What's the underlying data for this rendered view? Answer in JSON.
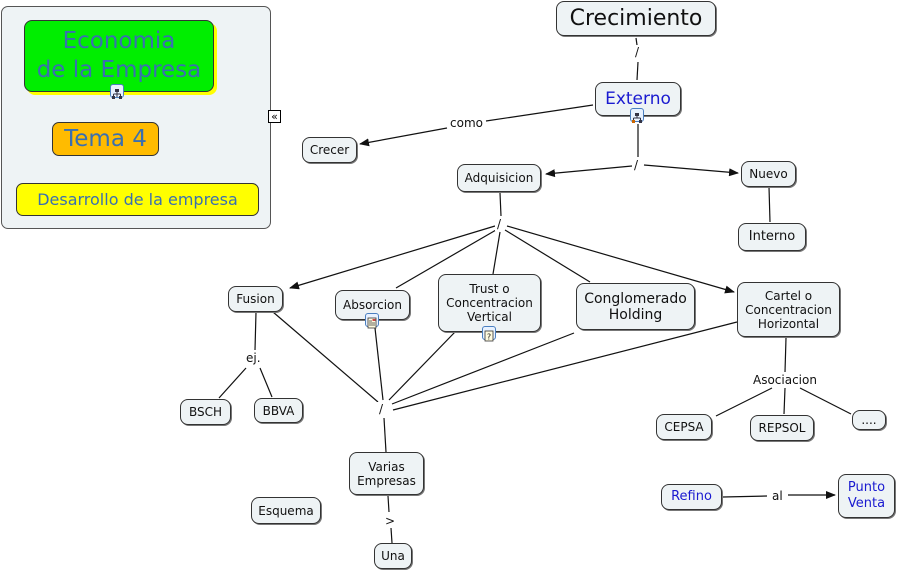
{
  "legend_panel": {
    "title": "Economia\nde la Empresa",
    "subtitle": "Tema 4",
    "topic": "Desarrollo de la empresa",
    "colors": {
      "title_bg": "#00ee00",
      "subtitle_bg": "#ffbb00",
      "topic_bg": "#ffff00",
      "text": "#3a6fb0"
    },
    "collapse_glyph": "«"
  },
  "nodes": {
    "crecimiento": "Crecimiento",
    "externo": "Externo",
    "crecer": "Crecer",
    "adquisicion": "Adquisicion",
    "nuevo": "Nuevo",
    "interno": "Interno",
    "fusion": "Fusion",
    "absorcion": "Absorcion",
    "trust": "Trust o\nConcentracion\nVertical",
    "conglomerado": "Conglomerado\nHolding",
    "cartel": "Cartel o\nConcentracion\nHorizontal",
    "bsch": "BSCH",
    "bbva": "BBVA",
    "cepsa": "CEPSA",
    "repsol": "REPSOL",
    "ellipsis": "....",
    "varias": "Varias\nEmpresas",
    "esquema": "Esquema",
    "una": "Una",
    "refino": "Refino",
    "punto_venta": "Punto\nVenta"
  },
  "link_labels": {
    "crec_ext": "/",
    "como": "como",
    "ext_split": "/",
    "adq_split": "/",
    "ej": "ej.",
    "asociacion": "Asociacion",
    "varias_hub": "/",
    "mayor": ">",
    "al": "al"
  },
  "colors": {
    "node_bg": "#eef3f5",
    "link_text_blue": "#1a1ad0",
    "line": "#111111"
  }
}
